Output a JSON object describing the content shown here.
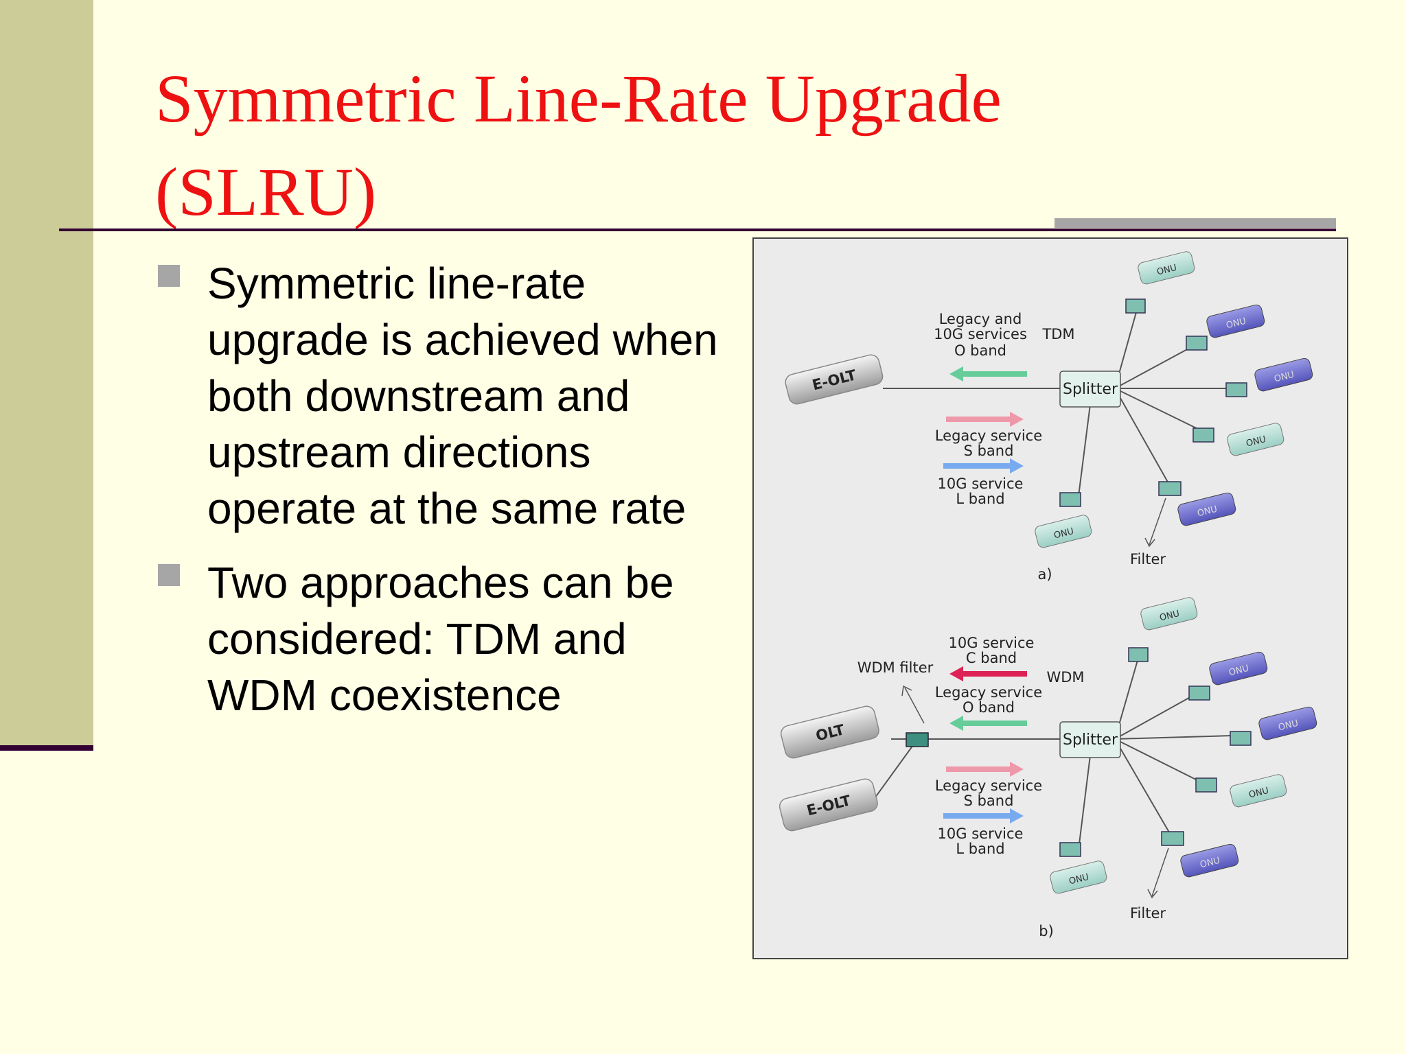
{
  "slide": {
    "title": "Symmetric Line-Rate Upgrade (SLRU)",
    "bullets": [
      "Symmetric line-rate upgrade is achieved when both downstream and upstream directions operate at the same rate",
      "Two approaches can be considered: TDM and WDM coexistence"
    ]
  },
  "colors": {
    "title": "#ee1111",
    "background": "#ffffe6",
    "sidebar": "#cccc99",
    "rule": "#330033",
    "arrow_green": "#66cc99",
    "arrow_pink": "#ee99aa",
    "arrow_blue": "#77aaee",
    "arrow_red": "#dd2255",
    "onu_teal": "#aed9d1",
    "onu_purple": "#6666cc"
  },
  "figure": {
    "a": {
      "label": "a)",
      "olt": "E-OLT",
      "splitter": "Splitter",
      "tdm": "TDM",
      "upstream": [
        "Legacy and",
        "10G services",
        "O band"
      ],
      "down1": [
        "Legacy service",
        "S band"
      ],
      "down2": [
        "10G service",
        "L band"
      ],
      "filter": "Filter",
      "onu": "ONU"
    },
    "b": {
      "label": "b)",
      "olt1": "OLT",
      "olt2": "E-OLT",
      "splitter": "Splitter",
      "wdm": "WDM",
      "wdm_filter": "WDM filter",
      "down_c": [
        "10G service",
        "C band"
      ],
      "upstream": [
        "Legacy service",
        "O band"
      ],
      "down1": [
        "Legacy service",
        "S band"
      ],
      "down2": [
        "10G service",
        "L band"
      ],
      "filter": "Filter",
      "onu": "ONU"
    }
  }
}
